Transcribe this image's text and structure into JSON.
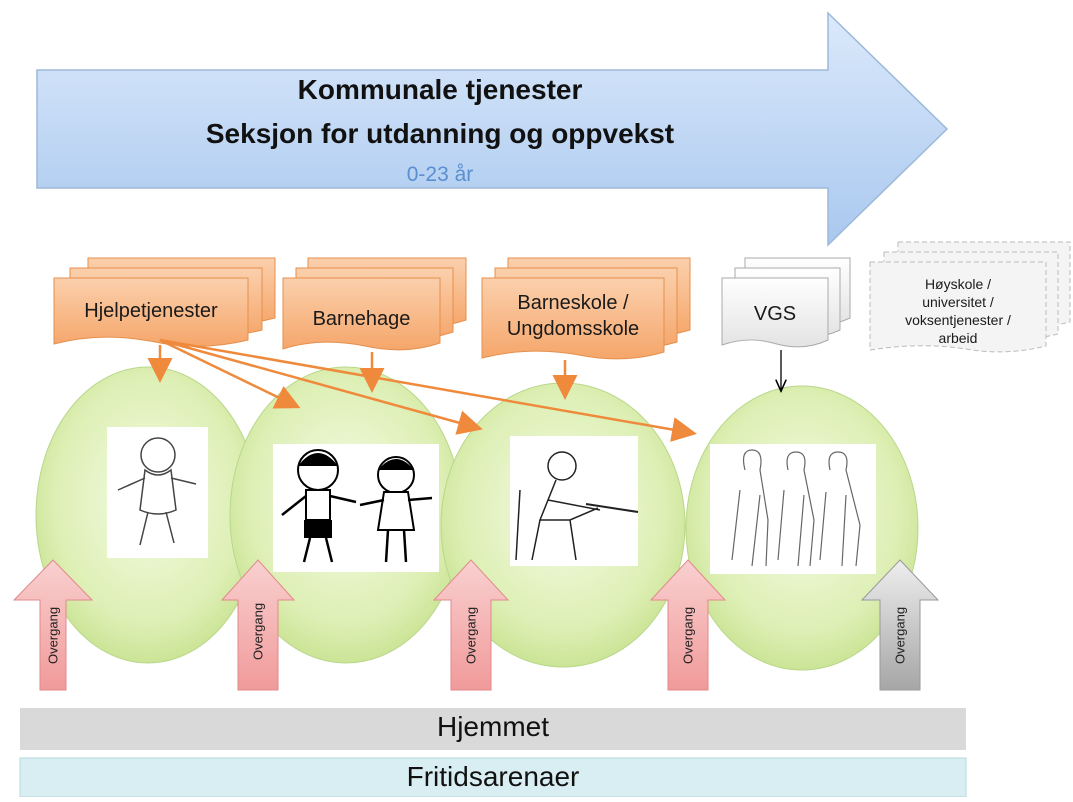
{
  "banner": {
    "title_line1": "Kommunale tjenester",
    "title_line2": "Seksjon for utdanning og oppvekst",
    "age_range": "0-23 år"
  },
  "services": [
    {
      "label": "Hjelpetjenester"
    },
    {
      "label": "Barnehage"
    },
    {
      "label": "Barneskole /",
      "label2": "Ungdomsskole"
    },
    {
      "label": "VGS"
    }
  ],
  "higher_education": {
    "line1": "Høyskole /",
    "line2": "universitet /",
    "line3": "voksentjenester /",
    "line4": "arbeid"
  },
  "transition_label": "Overgang",
  "bottom": {
    "home": "Hjemmet",
    "leisure": "Fritidsarenaer"
  },
  "colors": {
    "banner_arrow": "#c5dcf6",
    "service_box": "#f7b07a",
    "stage_circle": "#d6eba0",
    "transition_arrow": "#f4aaaa",
    "home_bar": "#d9d9d9",
    "leisure_bar": "#d8eef2",
    "link_arrow": "#ef8a3c"
  }
}
